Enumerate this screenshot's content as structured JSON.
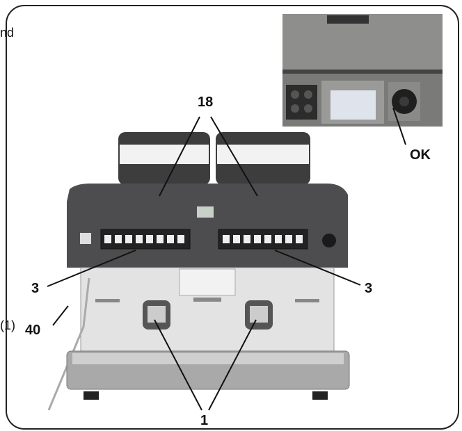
{
  "frame_text": {
    "left_top_fragment": "nd",
    "left_mid_fragment": "(1)"
  },
  "callouts": {
    "hoppers": "18",
    "ok_knob": "OK",
    "buttons_left": "3",
    "buttons_right": "3",
    "steam_wand_pipe": "40",
    "portafilters": "1"
  },
  "colors": {
    "frame": "#222222",
    "machine_dark": "#4a4a4c",
    "machine_light": "#d9d9d9"
  }
}
